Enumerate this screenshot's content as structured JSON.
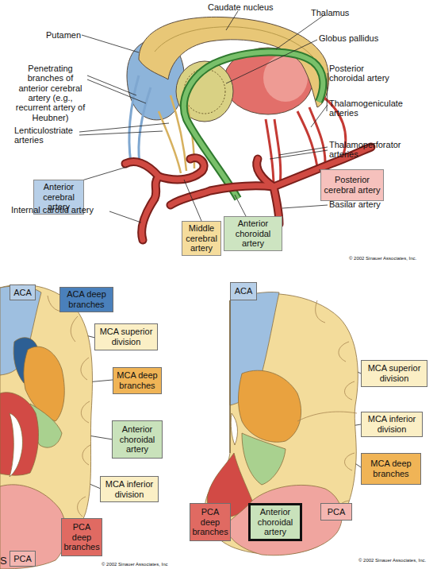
{
  "diagram": {
    "nodes": [
      {
        "text": [
          "Posterior cerebral artery"
        ]
      },
      {
        "text": [
          "Anterior cerebral artery"
        ]
      },
      {
        "text": [
          "Anterior choroidal artery"
        ]
      },
      {
        "text": [
          "Middle cerebral artery"
        ]
      },
      {
        "text": [
          "ACA"
        ]
      },
      {
        "text": [
          "ACA deep branches"
        ]
      },
      {
        "text": [
          "MCA superior division"
        ]
      },
      {
        "text": [
          "MCA deep branches"
        ]
      },
      {
        "text": [
          "Anterior choroidal artery"
        ]
      },
      {
        "text": [
          "MCA inferior division"
        ]
      },
      {
        "text": [
          "PCA deep branches"
        ]
      },
      {
        "text": [
          "PCA"
        ]
      },
      {
        "text": [
          "ACA"
        ]
      },
      {
        "text": [
          "MCA superior division"
        ]
      },
      {
        "text": [
          "MCA inferior division"
        ]
      },
      {
        "text": [
          "MCA deep branches"
        ]
      },
      {
        "text": [
          "PCA deep branches"
        ]
      },
      {
        "text": [
          "Anterior choroidal artery"
        ]
      },
      {
        "text": [
          "PCA"
        ]
      }
    ],
    "labels": [
      "Caudate nucleus",
      "Putamen",
      "Thalamus",
      "Globus pallidus",
      "Penetrating branches of anterior cerebral artery (e.g., recurrent artery of Heubner)",
      "Posterior choroidal artery",
      "Lenticulostriate arteries",
      "Thalamogeniculate arteries",
      "Thalamoperforator arteries",
      "Internal carotid artery",
      "Basilar artery",
      "© 2002 Sinauer Associates, Inc.",
      "S",
      "© 2002 Sinauer Associates, Inc",
      "© 2002 Sinauer Associates, Inc."
    ]
  }
}
